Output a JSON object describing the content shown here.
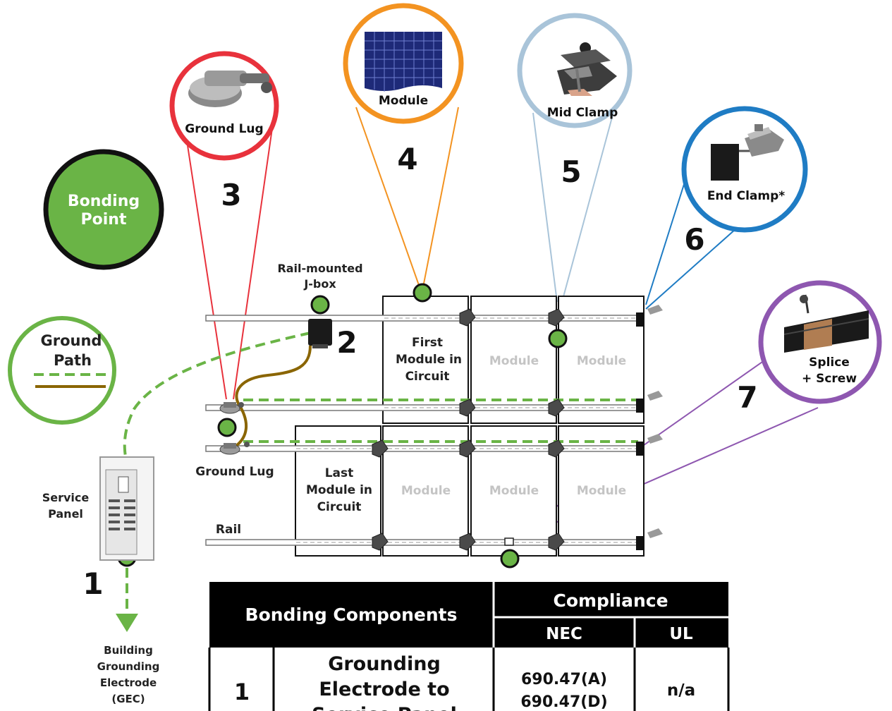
{
  "legend": {
    "bonding_point": [
      "Bonding",
      "Point"
    ],
    "ground_path": [
      "Ground",
      "Path"
    ],
    "colors": {
      "bonding_green": "#6ab446",
      "ground_green": "#6ab446",
      "ground_brown": "#8a6500"
    }
  },
  "callouts": [
    {
      "number": "3",
      "label": "Ground Lug",
      "ring_color": "#e8323c"
    },
    {
      "number": "4",
      "label": "Module",
      "ring_color": "#f39321"
    },
    {
      "number": "5",
      "label": "Mid Clamp",
      "ring_color": "#a9c4d9"
    },
    {
      "number": "6",
      "label": "End Clamp*",
      "ring_color": "#1f7cc4"
    },
    {
      "number": "7",
      "label": "Splice",
      "label2": "+ Screw",
      "ring_color": "#8e57b0"
    }
  ],
  "labels": {
    "jbox": [
      "Rail-mounted",
      "J-box"
    ],
    "jbox_number": "2",
    "ground_lug": "Ground Lug",
    "service_panel": [
      "Service",
      "Panel"
    ],
    "service_number": "1",
    "rail": "Rail",
    "gec": [
      "Building",
      "Grounding",
      "Electrode",
      "(GEC)"
    ],
    "first_module": [
      "First",
      "Module in",
      "Circuit"
    ],
    "last_module": [
      "Last",
      "Module in",
      "Circuit"
    ],
    "module": "Module"
  },
  "table": {
    "header_main": "Bonding Components",
    "header_compliance": "Compliance",
    "col_nec": "NEC",
    "col_ul": "UL",
    "rows": [
      {
        "num": "1",
        "component": [
          "Grounding",
          "Electrode to",
          "Service Panel"
        ],
        "nec": [
          "690.47(A)",
          "690.47(D)"
        ],
        "ul": "n/a"
      }
    ]
  }
}
